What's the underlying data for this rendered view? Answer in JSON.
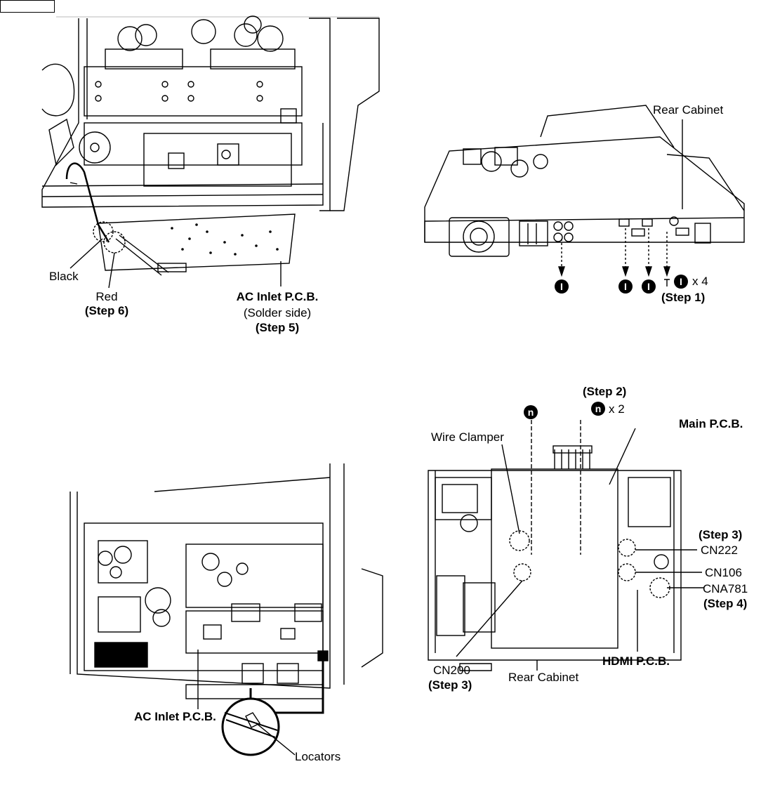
{
  "labels": {
    "rear_cabinet_top": "Rear Cabinet",
    "black": "Black",
    "red": "Red",
    "step6": "(Step 6)",
    "ac_inlet_pcb_title": "AC Inlet P.C.B.",
    "solder_side": "(Solder side)",
    "step5": "(Step 5)",
    "screw_marker": "I",
    "screw_count_x4": "x 4",
    "step1": "(Step 1)",
    "step2": "(Step 2)",
    "screw_marker_n": "n",
    "screw_count_x2": "x 2",
    "wire_clamper": "Wire Clamper",
    "main_pcb": "Main P.C.B.",
    "step3_right": "(Step 3)",
    "cn222": "CN222",
    "cn106": "CN106",
    "cna781": "CNA781",
    "step4": "(Step 4)",
    "hdmi_pcb": "HDMI P.C.B.",
    "cn200": "CN200",
    "step3_left": "(Step 3)",
    "rear_cabinet_bottom": "Rear Cabinet",
    "ac_inlet_pcb_bottom": "AC Inlet P.C.B.",
    "locators": "Locators"
  }
}
